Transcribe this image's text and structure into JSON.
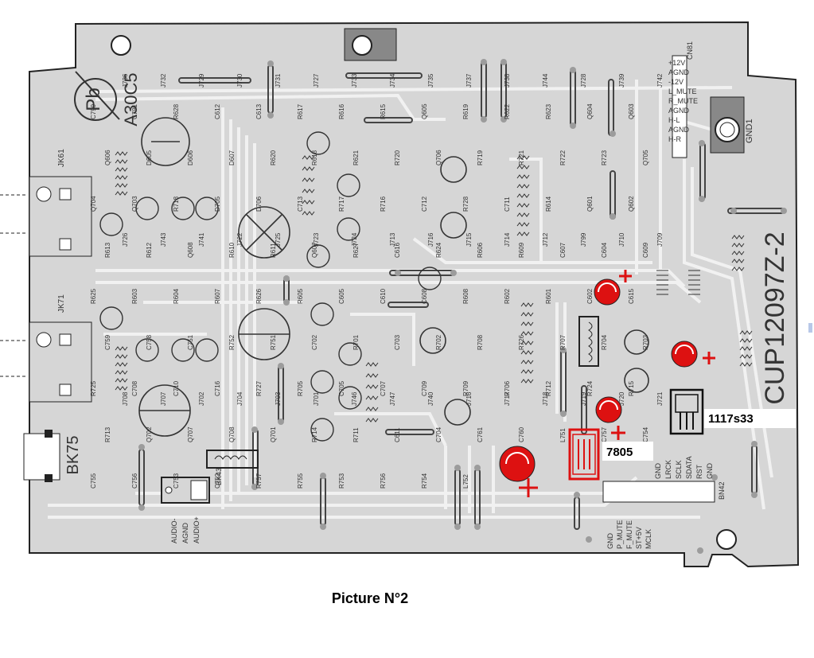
{
  "caption": "Picture N°2",
  "board": {
    "part_number": "CUP12097Z-2",
    "code": "A30C5",
    "pb_mark": "Pb",
    "gnd_label": "GND1",
    "bk75": "BK75",
    "connectors": [
      "JK61",
      "JK71",
      "CN81",
      "BN42",
      "BK43"
    ],
    "annotations": {
      "regulator_33": "1117s33",
      "regulator_5v": "7805"
    }
  },
  "cn81_pins": [
    "+12V",
    "AGND",
    "-12V",
    "L_MUTE",
    "R_MUTE",
    "AGND",
    "H-L",
    "AGND",
    "H-R"
  ],
  "bn42_pins_top": [
    "GND",
    "LRCK",
    "SCLK",
    "SDATA",
    "RST",
    "GND"
  ],
  "bn42_pins_bottom": [
    "GND",
    "P_MUTE",
    "F_MUTE",
    "ST+5V",
    "MCLK"
  ],
  "audio_pins": [
    "AUDIO-",
    "AGND",
    "AUDIO+"
  ],
  "jumper_labels": [
    "J736",
    "J732",
    "J729",
    "J730",
    "J731",
    "J727",
    "J733",
    "J734",
    "J735",
    "J737",
    "J738",
    "J744",
    "J728",
    "J739",
    "J742",
    "J726",
    "J743",
    "J741",
    "J722",
    "J725",
    "J723",
    "J724",
    "J713",
    "J716",
    "J715",
    "J714",
    "J712",
    "J799",
    "J710",
    "J709",
    "J708",
    "J707",
    "J702",
    "J704",
    "J703",
    "J701",
    "J746",
    "J747",
    "J740",
    "J716",
    "J717",
    "J718",
    "J719",
    "J720",
    "J721"
  ],
  "component_labels": [
    "C790",
    "C791",
    "R628",
    "C612",
    "C613",
    "R617",
    "R616",
    "R615",
    "Q605",
    "R619",
    "R622",
    "R623",
    "Q604",
    "Q603",
    "Q606",
    "D605",
    "D606",
    "D607",
    "R620",
    "R618",
    "R621",
    "R720",
    "Q706",
    "R719",
    "R721",
    "R722",
    "R723",
    "Q705",
    "Q704",
    "Q703",
    "R718",
    "D705",
    "D706",
    "C713",
    "R717",
    "R716",
    "C712",
    "R728",
    "C711",
    "R614",
    "Q601",
    "Q602",
    "R613",
    "R612",
    "Q608",
    "R610",
    "R611",
    "Q607",
    "R627",
    "C616",
    "R624",
    "R606",
    "R609",
    "C607",
    "C604",
    "C609",
    "R625",
    "R603",
    "R604",
    "R607",
    "R626",
    "R605",
    "C605",
    "C610",
    "C608",
    "R608",
    "R602",
    "R601",
    "C602",
    "C615",
    "C759",
    "C758",
    "C751",
    "R752",
    "R751",
    "C702",
    "R701",
    "C703",
    "R702",
    "R708",
    "R726",
    "R707",
    "R704",
    "R703",
    "R725",
    "C708",
    "C710",
    "C716",
    "R727",
    "R705",
    "C705",
    "C707",
    "C709",
    "R709",
    "R706",
    "R712",
    "R724",
    "R715",
    "R713",
    "Q702",
    "Q707",
    "Q708",
    "Q701",
    "R714",
    "R711",
    "C611",
    "C704",
    "C761",
    "C760",
    "L751",
    "C757",
    "C754",
    "C755",
    "C756",
    "C753",
    "C752",
    "R757",
    "R755",
    "R753",
    "R756",
    "R754",
    "L752"
  ],
  "colors": {
    "board": "#d6d6d6",
    "trace": "#eeeeee",
    "ink": "#333333",
    "highlight": "#dd1111",
    "background": "#ffffff"
  }
}
